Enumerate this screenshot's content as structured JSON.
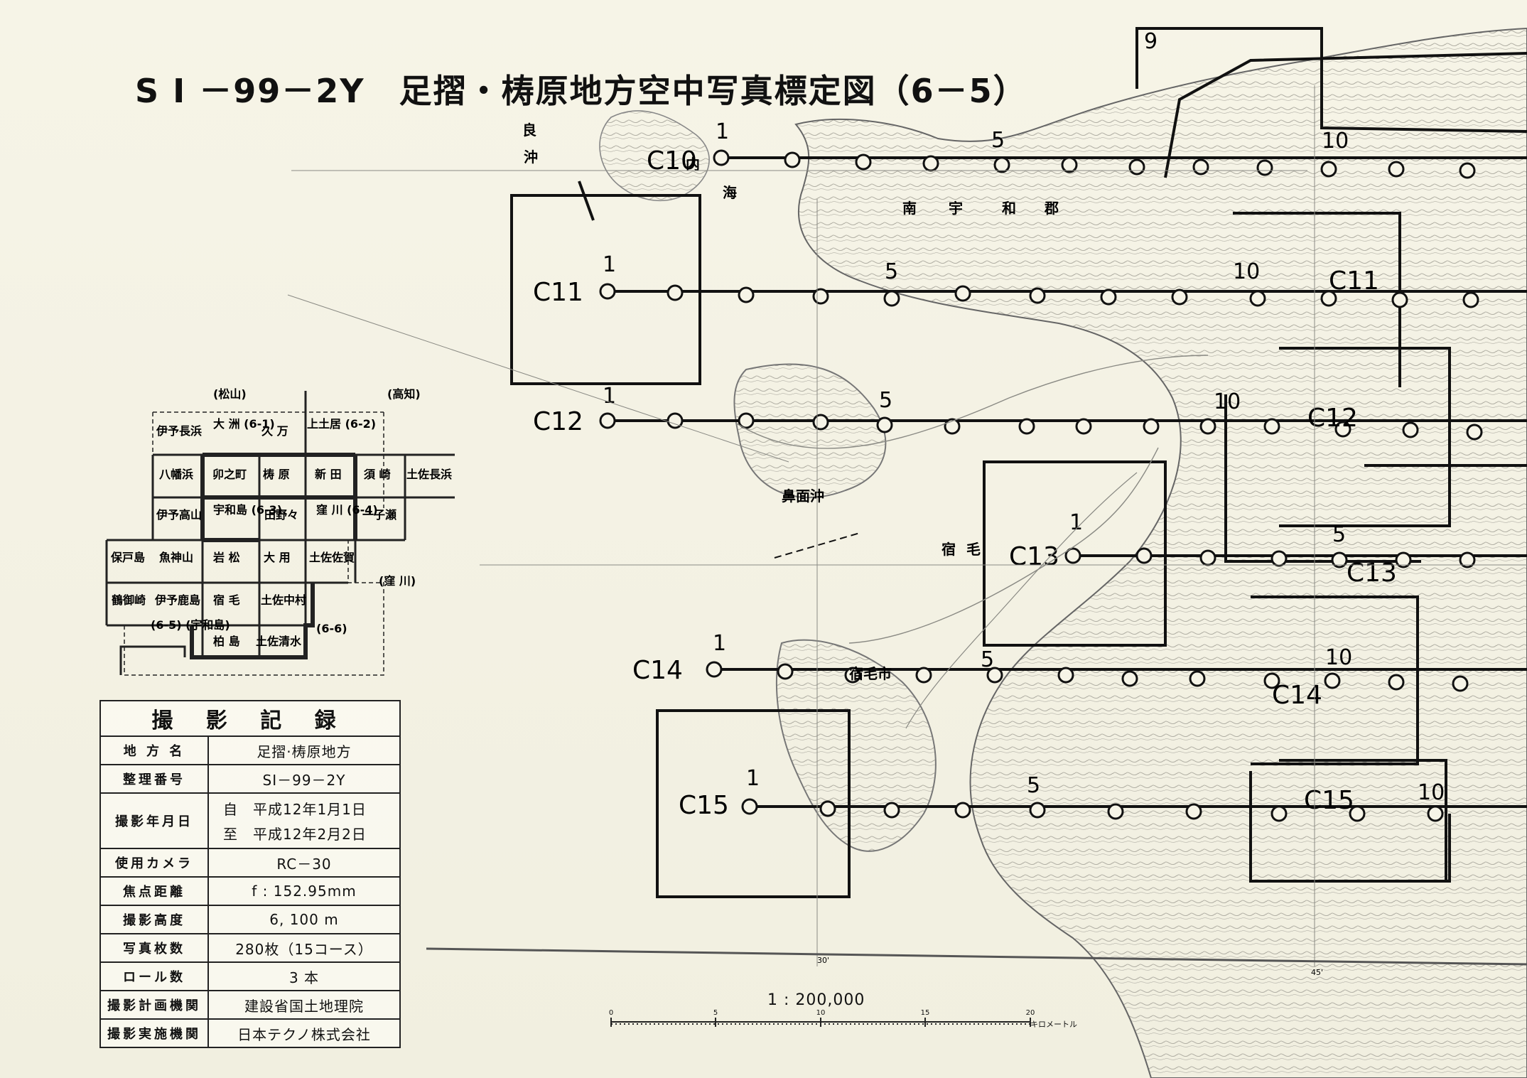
{
  "title": "S I －99－2Y　足摺・梼原地方空中写真標定図（6－5）",
  "courses": [
    {
      "label": "C10",
      "start": "1",
      "marks": [
        "5",
        "10"
      ]
    },
    {
      "label": "C11",
      "start": "1",
      "marks": [
        "5",
        "10"
      ]
    },
    {
      "label": "C12",
      "start": "1",
      "marks": [
        "5",
        "10"
      ]
    },
    {
      "label": "C13",
      "start": "1",
      "marks": [
        "5"
      ]
    },
    {
      "label": "C14",
      "start": "1",
      "marks": [
        "5",
        "10"
      ]
    },
    {
      "label": "C15",
      "start": "1",
      "marks": [
        "5",
        "10"
      ]
    }
  ],
  "edge_marks": [
    "9"
  ],
  "place_labels": [
    "良",
    "沖",
    "内",
    "海",
    "鼻面沖",
    "宿",
    "毛",
    "宿毛市",
    "南",
    "宇",
    "和",
    "郡"
  ],
  "index_map": {
    "top_labels": [
      "(松山)",
      "(高知)"
    ],
    "rows": [
      [
        "伊予長浜",
        "大 洲\n(6-1)",
        "久 万",
        "上土居\n(6-2)"
      ],
      [
        "八幡浜",
        "卯之町",
        "梼 原",
        "新 田",
        "須 崎",
        "土佐長浜"
      ],
      [
        "伊予高山",
        "宇和島\n(6-3)",
        "田野々",
        "窪 川\n(6-4)",
        "一子瀬"
      ],
      [
        "保戸島",
        "魚神山",
        "岩 松",
        "大 用",
        "土佐佐賀"
      ],
      [
        "鶴御崎",
        "伊予鹿島",
        "宿 毛",
        "土佐中村"
      ],
      [
        "柏 島",
        "土佐清水"
      ]
    ],
    "side_labels": [
      "(窪 川)",
      "(6-5)\n(宇和島)",
      "(6-6)"
    ]
  },
  "record": {
    "header": "撮 影 記 録",
    "rows": [
      {
        "label": "地 方 名",
        "value": "足摺·梼原地方"
      },
      {
        "label": "整理番号",
        "value": "SI－99－2Y"
      },
      {
        "label": "撮影年月日",
        "value": [
          "自　平成12年1月1日",
          "至　平成12年2月2日"
        ]
      },
      {
        "label": "使用カメラ",
        "value": "RC－30"
      },
      {
        "label": "焦点距離",
        "value": "f : 152.95mm"
      },
      {
        "label": "撮影高度",
        "value": "6, 100 m"
      },
      {
        "label": "写真枚数",
        "value": "280枚（15コース）"
      },
      {
        "label": "ロール数",
        "value": "3 本"
      },
      {
        "label": "撮影計画機関",
        "value": "建設省国土地理院"
      },
      {
        "label": "撮影実施機関",
        "value": "日本テクノ株式会社"
      }
    ]
  },
  "scale": {
    "label": "1 : 200,000",
    "ticks": [
      "0",
      "5",
      "10",
      "15",
      "20"
    ],
    "unit": "キロメートル"
  },
  "graticule": [
    "30'",
    "45'"
  ],
  "colors": {
    "paper": "#f3f1e2",
    "ink": "#111111",
    "map_gray": "#9a9a92"
  }
}
